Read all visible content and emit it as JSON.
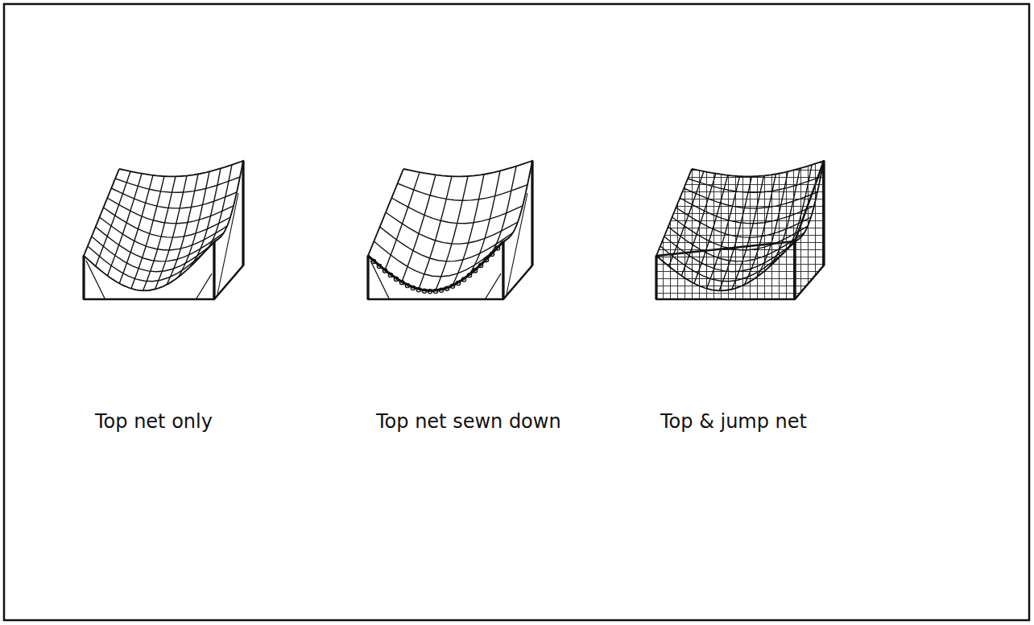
{
  "diagram": {
    "labels": [
      "Top net only",
      "Top net sewn down",
      "Top & jump net"
    ]
  }
}
